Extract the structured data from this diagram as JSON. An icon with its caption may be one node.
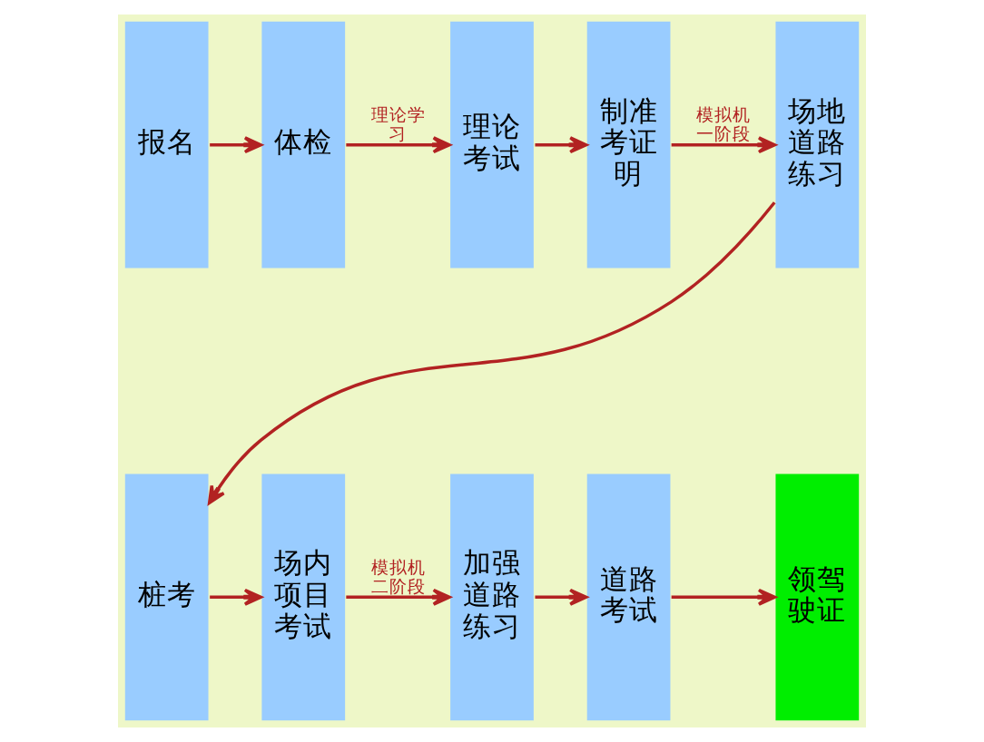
{
  "diagram": {
    "nodes": [
      {
        "text": [
          "报名"
        ]
      },
      {
        "text": [
          "体检"
        ]
      },
      {
        "text": [
          "理论考试"
        ]
      },
      {
        "text": [
          "制准考证明"
        ]
      },
      {
        "text": [
          "场地道路练习"
        ]
      },
      {
        "text": [
          "桩考"
        ]
      },
      {
        "text": [
          "场内项目考试"
        ]
      },
      {
        "text": [
          "加强道路练习"
        ]
      },
      {
        "text": [
          "道路考试"
        ]
      },
      {
        "text": [
          "领驾驶证"
        ]
      }
    ],
    "edges": [
      {
        "from": 0,
        "to": 1,
        "arrow": "to"
      },
      {
        "from": 1,
        "to": 2,
        "arrow": "to",
        "label": "理论学习"
      },
      {
        "from": 2,
        "to": 3,
        "arrow": "to"
      },
      {
        "from": 3,
        "to": 4,
        "arrow": "to",
        "label": "模拟机一阶段"
      },
      {
        "from": 4,
        "to": 5,
        "arrow": "to"
      },
      {
        "from": 5,
        "to": 6,
        "arrow": "to"
      },
      {
        "from": 6,
        "to": 7,
        "arrow": "to",
        "label": "模拟机二阶段"
      },
      {
        "from": 7,
        "to": 8,
        "arrow": "to"
      },
      {
        "from": 8,
        "to": 9,
        "arrow": "to"
      }
    ]
  }
}
